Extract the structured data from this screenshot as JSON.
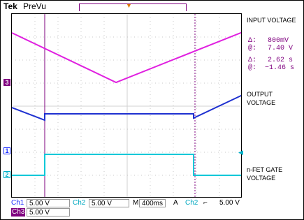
{
  "header": {
    "brand": "Tek",
    "status": "PreVu"
  },
  "labels": {
    "input_voltage": "INPUT VOLTAGE",
    "output_voltage_line1": "OUTPUT",
    "output_voltage_line2": "VOLTAGE",
    "gate_voltage_line1": "n-FET GATE",
    "gate_voltage_line2": "VOLTAGE"
  },
  "measurements": {
    "delta_v_label": "Δ:",
    "delta_v_value": "800mV",
    "at_v_label": "@:",
    "at_v_value": "7.40 V",
    "delta_t_label": "Δ:",
    "delta_t_value": "2.62 s",
    "at_t_label": "@:",
    "at_t_value": "−1.46 s"
  },
  "channel_markers": {
    "ch3": "3",
    "ch1": "1",
    "ch2": "2"
  },
  "footer": {
    "ch1_tag": "Ch1",
    "ch1_scale": "5.00 V",
    "ch2_tag": "Ch2",
    "ch2_scale": "5.00 V",
    "timebase_tag": "M",
    "timebase": "400ms",
    "trig_tag": "A",
    "trig_source": "Ch2",
    "trig_slope": "⌐",
    "trig_level": "5.00 V",
    "ch3_tag": "Ch3",
    "ch3_scale": "5.00 V"
  },
  "colors": {
    "ch1": "#1e30ff",
    "ch2": "#00c8d8",
    "ch3": "#e020e0",
    "cursor": "#7f007f"
  }
}
